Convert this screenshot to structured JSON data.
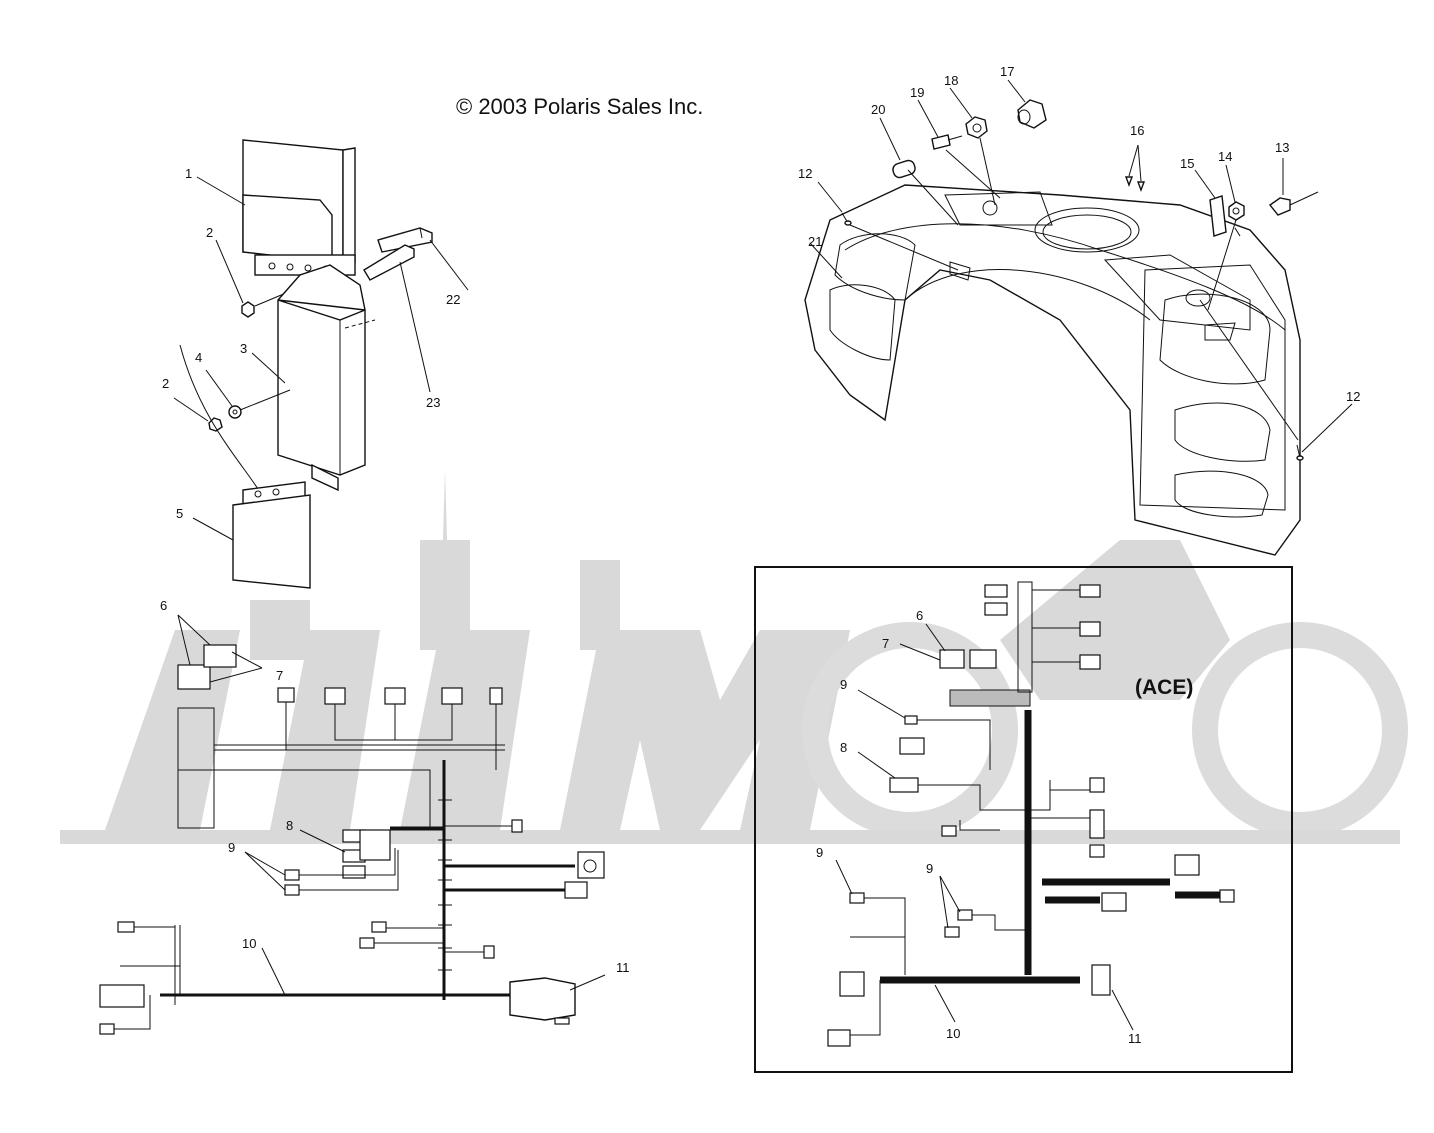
{
  "copyright": "© 2003 Polaris Sales Inc.",
  "inset_title": "(ACE)",
  "callouts": {
    "c1": "1",
    "c2a": "2",
    "c2b": "2",
    "c3": "3",
    "c4": "4",
    "c5": "5",
    "c22": "22",
    "c23": "23",
    "c6": "6",
    "c7": "7",
    "c8": "8",
    "c9": "9",
    "c10": "10",
    "c11": "11",
    "c12a": "12",
    "c12b": "12",
    "c13": "13",
    "c14": "14",
    "c15": "15",
    "c16": "16",
    "c17": "17",
    "c18": "18",
    "c19": "19",
    "c20": "20",
    "c21": "21",
    "ace6": "6",
    "ace7": "7",
    "ace9a": "9",
    "ace8": "8",
    "ace9b": "9",
    "ace9c": "9",
    "ace10": "10",
    "ace11": "11"
  }
}
